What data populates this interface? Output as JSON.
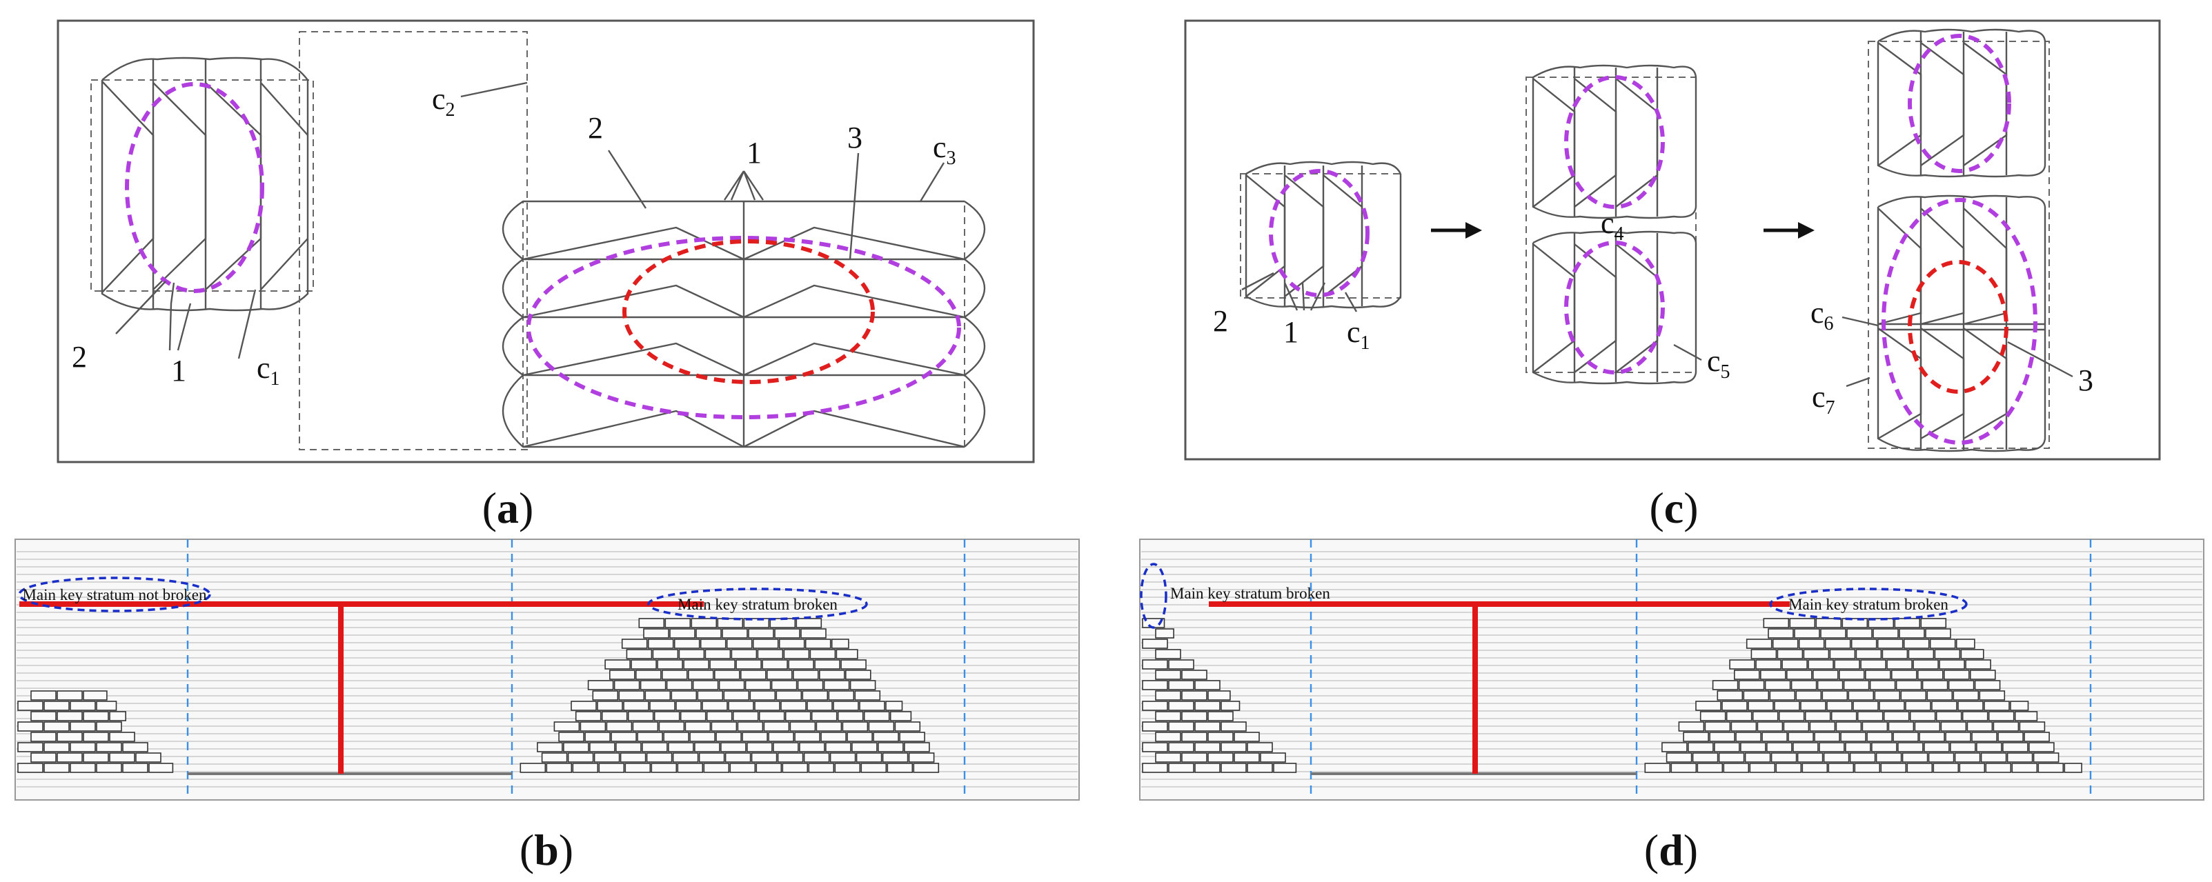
{
  "panels": {
    "a": {
      "caption": "a",
      "labels": {
        "c2": "c",
        "c2_sub": "2",
        "c3": "c",
        "c3_sub": "3",
        "c1": "c",
        "c1_sub": "1",
        "n1_top": "1",
        "n2_top": "2",
        "n3": "3",
        "n2_left": "2",
        "n1_left": "1"
      }
    },
    "b": {
      "caption": "b",
      "annotations": [
        "Main key stratum not broken",
        "Main key stratum broken"
      ]
    },
    "c": {
      "caption": "c",
      "labels": {
        "c1": "c",
        "c1_sub": "1",
        "c4": "c",
        "c4_sub": "4",
        "c5": "c",
        "c5_sub": "5",
        "c6": "c",
        "c6_sub": "6",
        "c7": "c",
        "c7_sub": "7",
        "n1": "1",
        "n2": "2",
        "n3": "3"
      }
    },
    "d": {
      "caption": "d",
      "annotations": [
        "Main key stratum broken",
        "Main key stratum broken"
      ]
    }
  },
  "colors": {
    "purple_zone": "#b13fe0",
    "red_zone": "#e01e1e",
    "blue_marker": "#1a2ec8",
    "red_bar": "#e11717"
  }
}
